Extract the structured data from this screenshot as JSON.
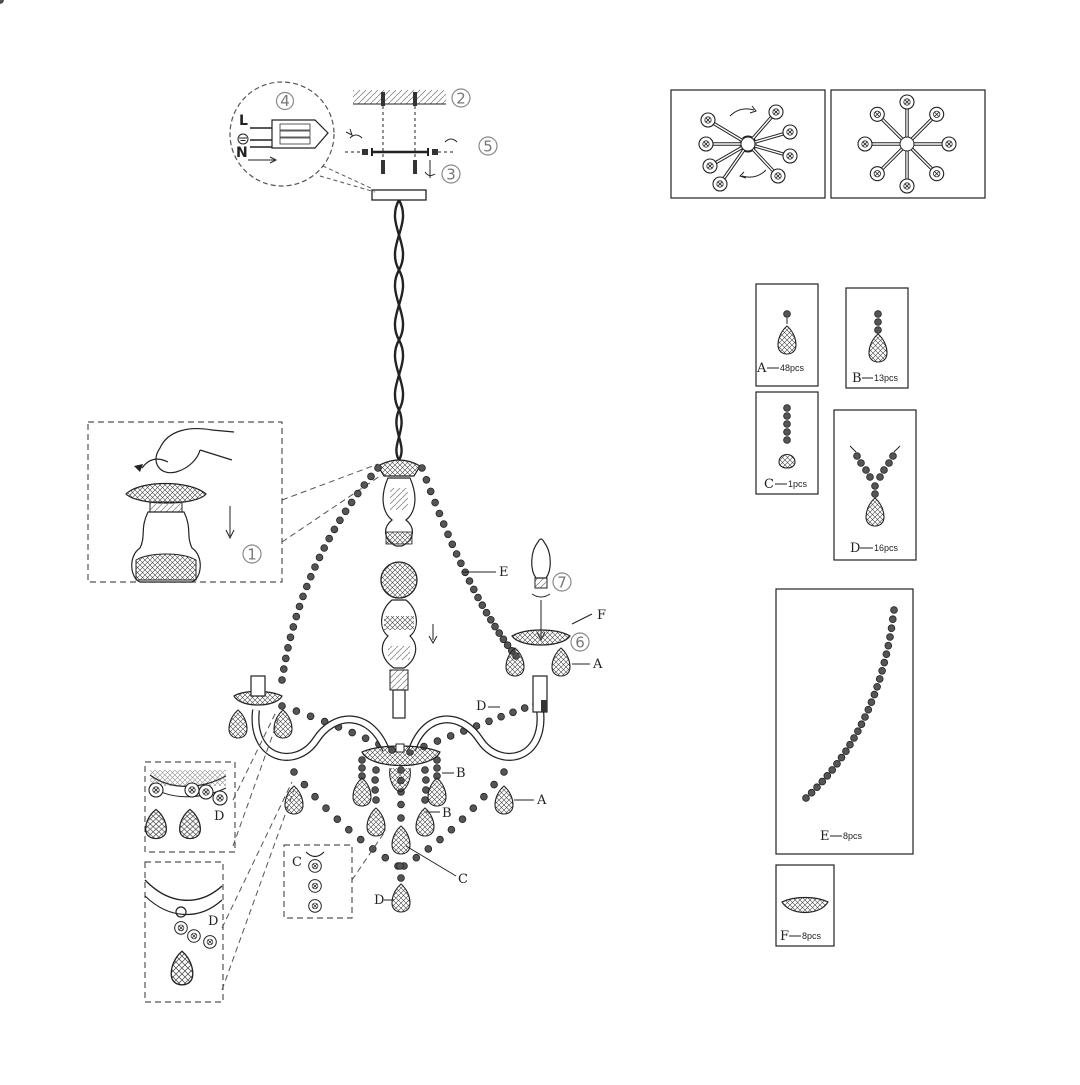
{
  "steps": [
    "1",
    "2",
    "3",
    "4",
    "5",
    "6",
    "7"
  ],
  "wiring": {
    "live": "L",
    "neutral": "N"
  },
  "callouts": {
    "A": "A",
    "B": "B",
    "C": "C",
    "D": "D",
    "E": "E",
    "F": "F"
  },
  "parts": [
    {
      "letter": "A",
      "qty": "48pcs"
    },
    {
      "letter": "B",
      "qty": "13pcs"
    },
    {
      "letter": "C",
      "qty": "1pcs"
    },
    {
      "letter": "D",
      "qty": "16pcs"
    },
    {
      "letter": "E",
      "qty": "8pcs"
    },
    {
      "letter": "F",
      "qty": "8pcs"
    }
  ],
  "colors": {
    "line": "#222222",
    "muted": "#777777",
    "hatch": "#9a9a9a"
  }
}
